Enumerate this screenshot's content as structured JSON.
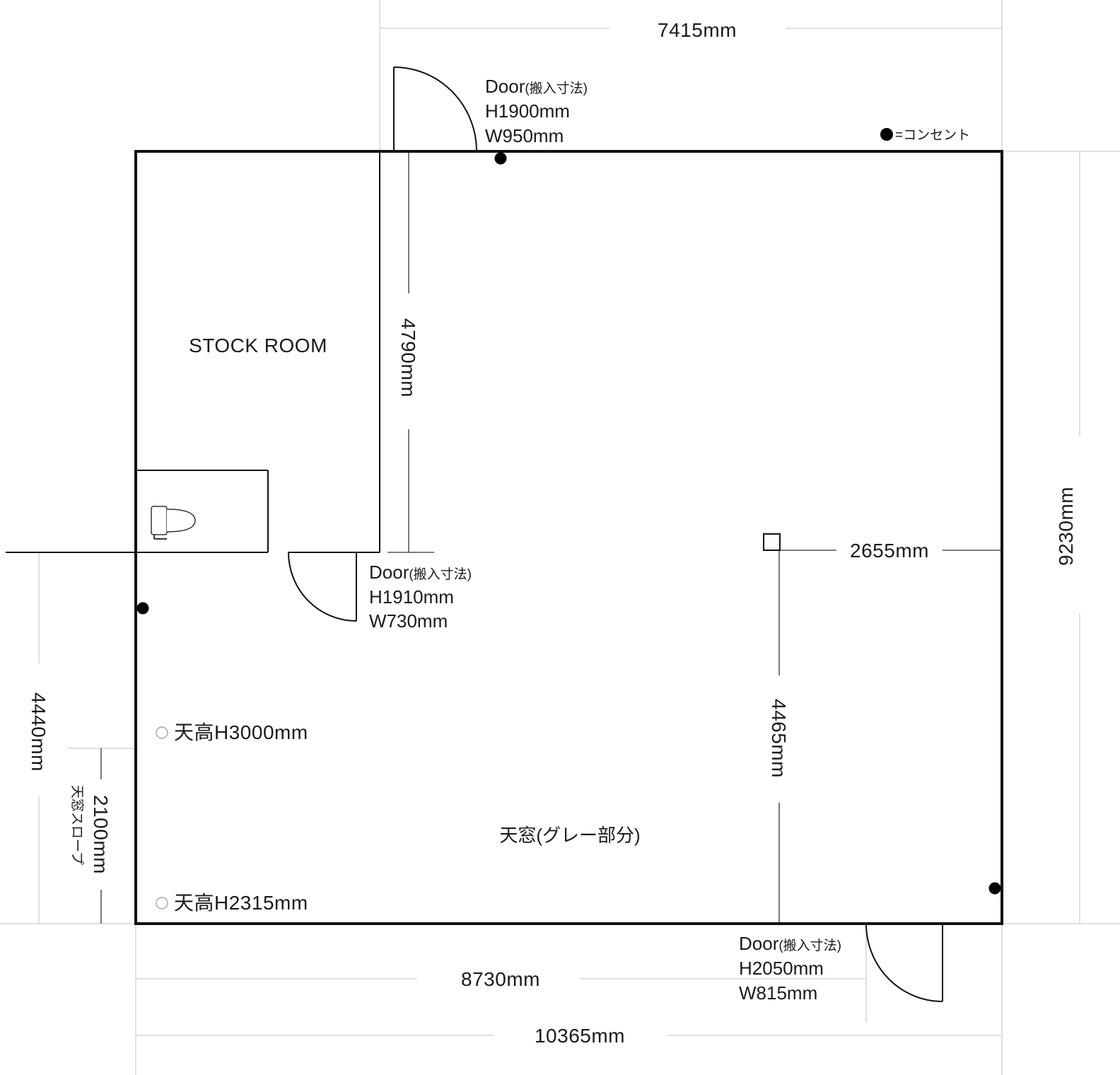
{
  "dimensions": {
    "top_width": "7415mm",
    "right_height": "9230mm",
    "stock_room_depth": "4790mm",
    "column_to_right_wall": "2655mm",
    "column_to_bottom_wall": "4465mm",
    "left_lower_height": "4440mm",
    "skylight_slope": "2100mm",
    "skylight_slope_label": "天窓スロープ",
    "bottom_inner_width": "8730mm",
    "bottom_total_width": "10365mm"
  },
  "rooms": {
    "stock_room": "STOCK ROOM",
    "skylight_area": "天窓(グレー部分)"
  },
  "ceiling_heights": {
    "high": "天高H3000mm",
    "low": "天高H2315mm"
  },
  "doors": {
    "top": {
      "title": "Door",
      "note": "(搬入寸法)",
      "height": "H1900mm",
      "width": "W950mm"
    },
    "middle": {
      "title": "Door",
      "note": "(搬入寸法)",
      "height": "H1910mm",
      "width": "W730mm"
    },
    "bottom": {
      "title": "Door",
      "note": "(搬入寸法)",
      "height": "H2050mm",
      "width": "W815mm"
    }
  },
  "legend": {
    "outlet": "=コンセント"
  }
}
